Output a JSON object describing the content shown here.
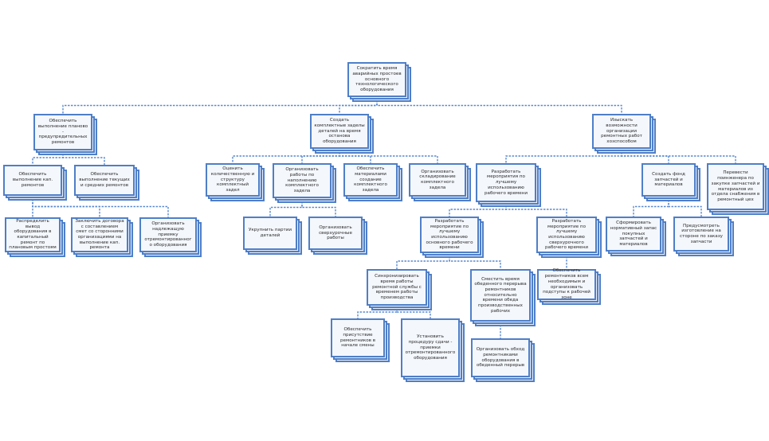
{
  "nodes": [
    {
      "id": "root",
      "text": "Сократить время аварийных простоев основного технологического оборудования"
    },
    {
      "id": "a",
      "text": "Обеспечить выполнение планово - предупредительных ремонтов"
    },
    {
      "id": "b",
      "text": "Создать комплектные заделы деталей на время останова оборудования"
    },
    {
      "id": "c",
      "text": "Изыскать возможности организации ремонтных работ хозспособом"
    },
    {
      "id": "a1",
      "text": "Обеспечить выполнение кап. ремонтов"
    },
    {
      "id": "a2",
      "text": "Обеспечить выполнение текущих и средних ремонтов"
    },
    {
      "id": "a11",
      "text": "Распределить вывод оборудования в капитальный ремонт по плановым простоям"
    },
    {
      "id": "a12",
      "text": "Заключить договора с составлением смет со сторонними организациями на выполнение кап. ремонта"
    },
    {
      "id": "a13",
      "text": "Организовать надлежащую приемку отремонтированного оборудования"
    },
    {
      "id": "b1",
      "text": "Оценить количественную и структуру комплектный задел"
    },
    {
      "id": "b2",
      "text": "Организовать работы по наполнению комплектного задела"
    },
    {
      "id": "b3",
      "text": "Обеспечить материалами создание комплектного задела"
    },
    {
      "id": "b4",
      "text": "Организовать складирование комплектного задела"
    },
    {
      "id": "b21",
      "text": "Укрупнить партии деталей"
    },
    {
      "id": "b22",
      "text": "Организовать сверхурочные работы"
    },
    {
      "id": "c1",
      "text": "Разработать мероприятия по лучшему использованию рабочего времени"
    },
    {
      "id": "c2",
      "text": "Создать фонд запчастей и материалов"
    },
    {
      "id": "c3",
      "text": "Перевести поинженера по закупке запчастей и материалов из отдела снабжения в ремонтный цех"
    },
    {
      "id": "c11",
      "text": "Разработать мероприятие по лучшему использованию основного рабочего времени"
    },
    {
      "id": "c12",
      "text": "Разработать мероприятие по лучшему использованию сверхурочного рабочего времени"
    },
    {
      "id": "c21",
      "text": "Сформировать нормативный запас покупных запчастей и материалов"
    },
    {
      "id": "c22",
      "text": "Предусмотреть изготовление на стороне по заказу запчасти"
    },
    {
      "id": "c111",
      "text": "Синхронизировать время работы ремонтной службы с временем работы производства"
    },
    {
      "id": "c112",
      "text": "Сместить время обеденного перерыва ремонтников относительно времени обеда производственных рабочих"
    },
    {
      "id": "c121",
      "text": "Обеспечить ремонтников всем необходимым и организовать подступы к рабочей зоне"
    },
    {
      "id": "c1111",
      "text": "Обеспечить присутствие ремонтников в начале смены"
    },
    {
      "id": "c1112",
      "text": "Установить процедуру сдачи - приемки отремонтированного оборудования"
    },
    {
      "id": "c1121",
      "text": "Организовать обход ремонтниками оборудования в обеденный перерыв"
    }
  ]
}
